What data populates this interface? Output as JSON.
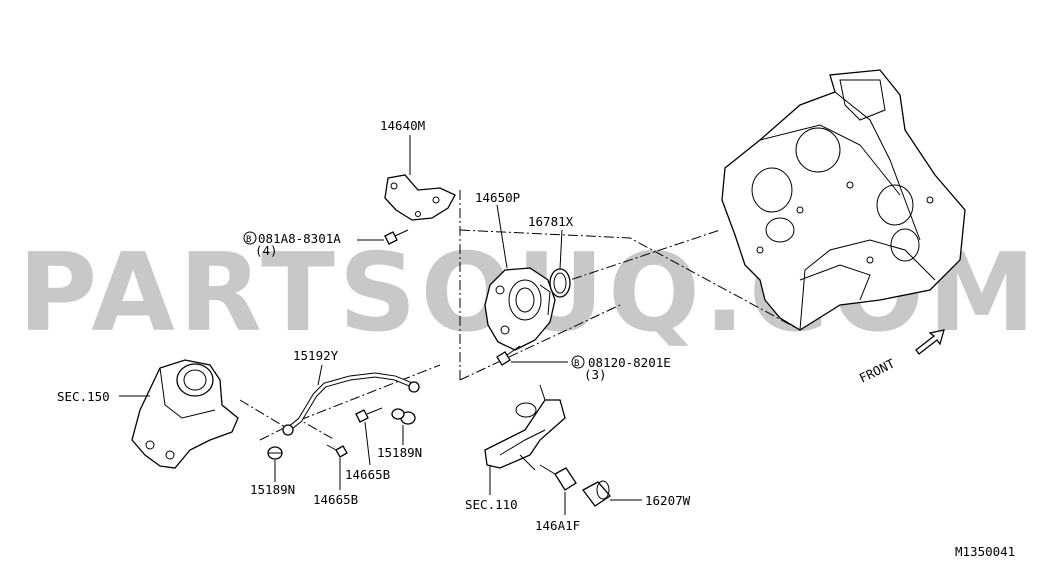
{
  "watermark": "PARTSOUQ.COM",
  "diagram_id": "M1350041",
  "direction_label": "FRONT",
  "callouts": {
    "c14640M": "14640M",
    "c081A8": "081A8-8301A",
    "c081A8_qty": "(4)",
    "c14650P": "14650P",
    "c16781X": "16781X",
    "c08120": "08120-8201E",
    "c08120_qty": "(3)",
    "c15192Y": "15192Y",
    "csec150": "SEC.150",
    "c15189N_a": "15189N",
    "c14665B_a": "14665B",
    "c14665B_b": "14665B",
    "c15189N_b": "15189N",
    "csec110": "SEC.110",
    "c146A1F": "146A1F",
    "c16207W": "16207W"
  },
  "bolt_marker": "B"
}
